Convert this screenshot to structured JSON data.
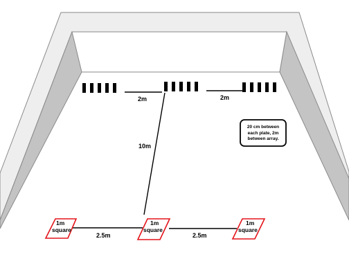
{
  "distance_labels": {
    "array_gap_left": "2m",
    "array_gap_right": "2m",
    "center_line": "10m",
    "square_gap_left": "2.5m",
    "square_gap_right": "2.5m"
  },
  "square_label_line1": "1m",
  "square_label_line2": "square",
  "note": "20 cm between\neach plate, 2m\nbetween array.",
  "plate_arrays": [
    {
      "plates": 5
    },
    {
      "plates": 5
    },
    {
      "plates": 5
    }
  ],
  "colors": {
    "wall_top": "#ffffff",
    "wall_inner": "#c8c8c8",
    "wall_outer": "#e3e3e3",
    "outline": "#8a8a8a",
    "plate": "#000000",
    "square": "#e3141a"
  }
}
